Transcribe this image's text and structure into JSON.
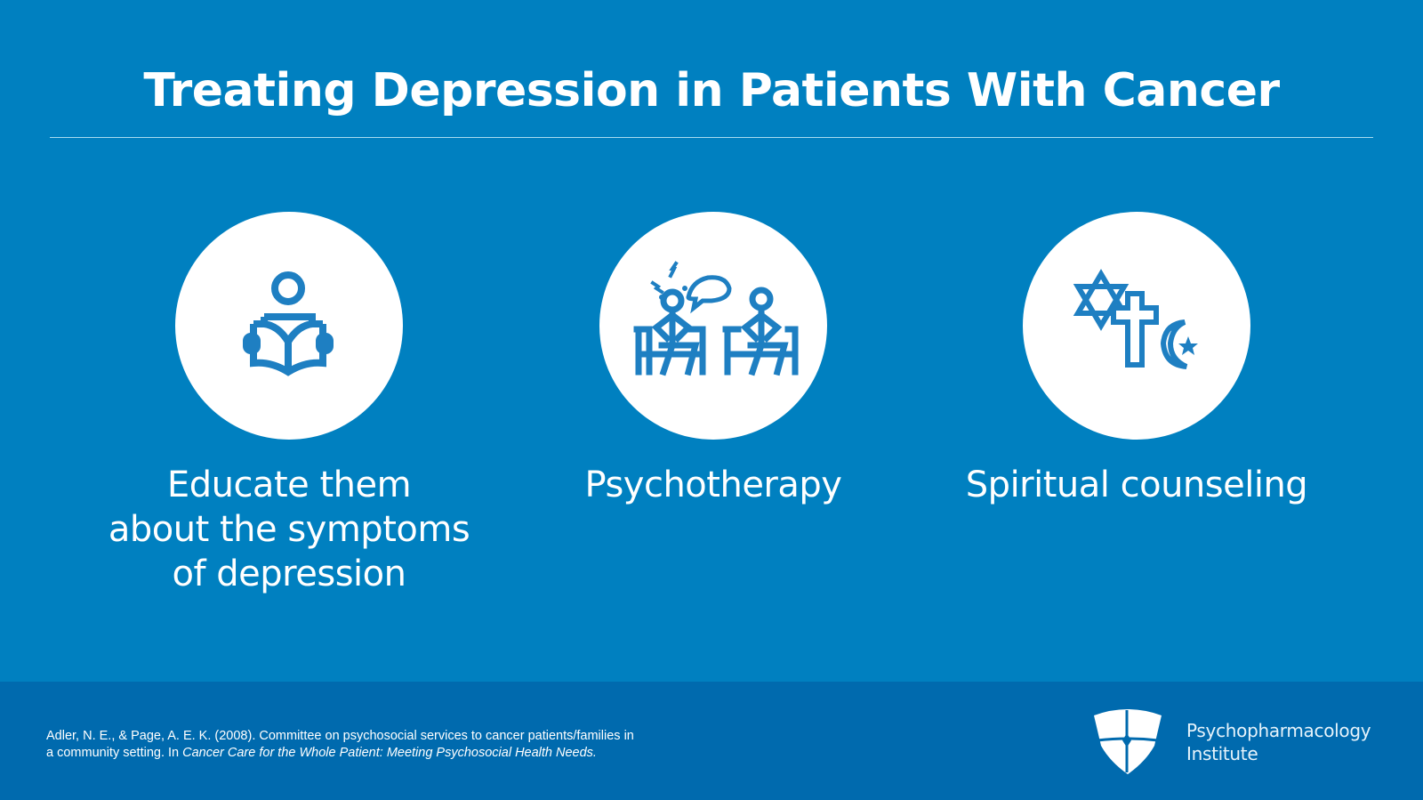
{
  "slide": {
    "title": "Treating Depression in Patients With Cancer"
  },
  "columns": [
    {
      "icon": "reading-book-icon",
      "label_lines": [
        "Educate them",
        "about the symptoms",
        "of depression"
      ]
    },
    {
      "icon": "therapy-session-icon",
      "label_lines": [
        "Psychotherapy"
      ]
    },
    {
      "icon": "religious-symbols-icon",
      "label_lines": [
        "Spiritual counseling"
      ]
    }
  ],
  "footer": {
    "citation_line1": "Adler, N. E., & Page, A. E. K. (2008). Committee on psychosocial services to cancer patients/families in",
    "citation_line2_prefix": "a community setting. In ",
    "citation_line2_italic": "Cancer Care for the Whole Patient: Meeting Psychosocial Health Needs.",
    "logo_line1": "Psychopharmacology",
    "logo_line2": "Institute"
  },
  "colors": {
    "background": "#0080c0",
    "footer_background": "#006aae",
    "icon_blue": "#1e7fc2",
    "text": "#ffffff"
  }
}
